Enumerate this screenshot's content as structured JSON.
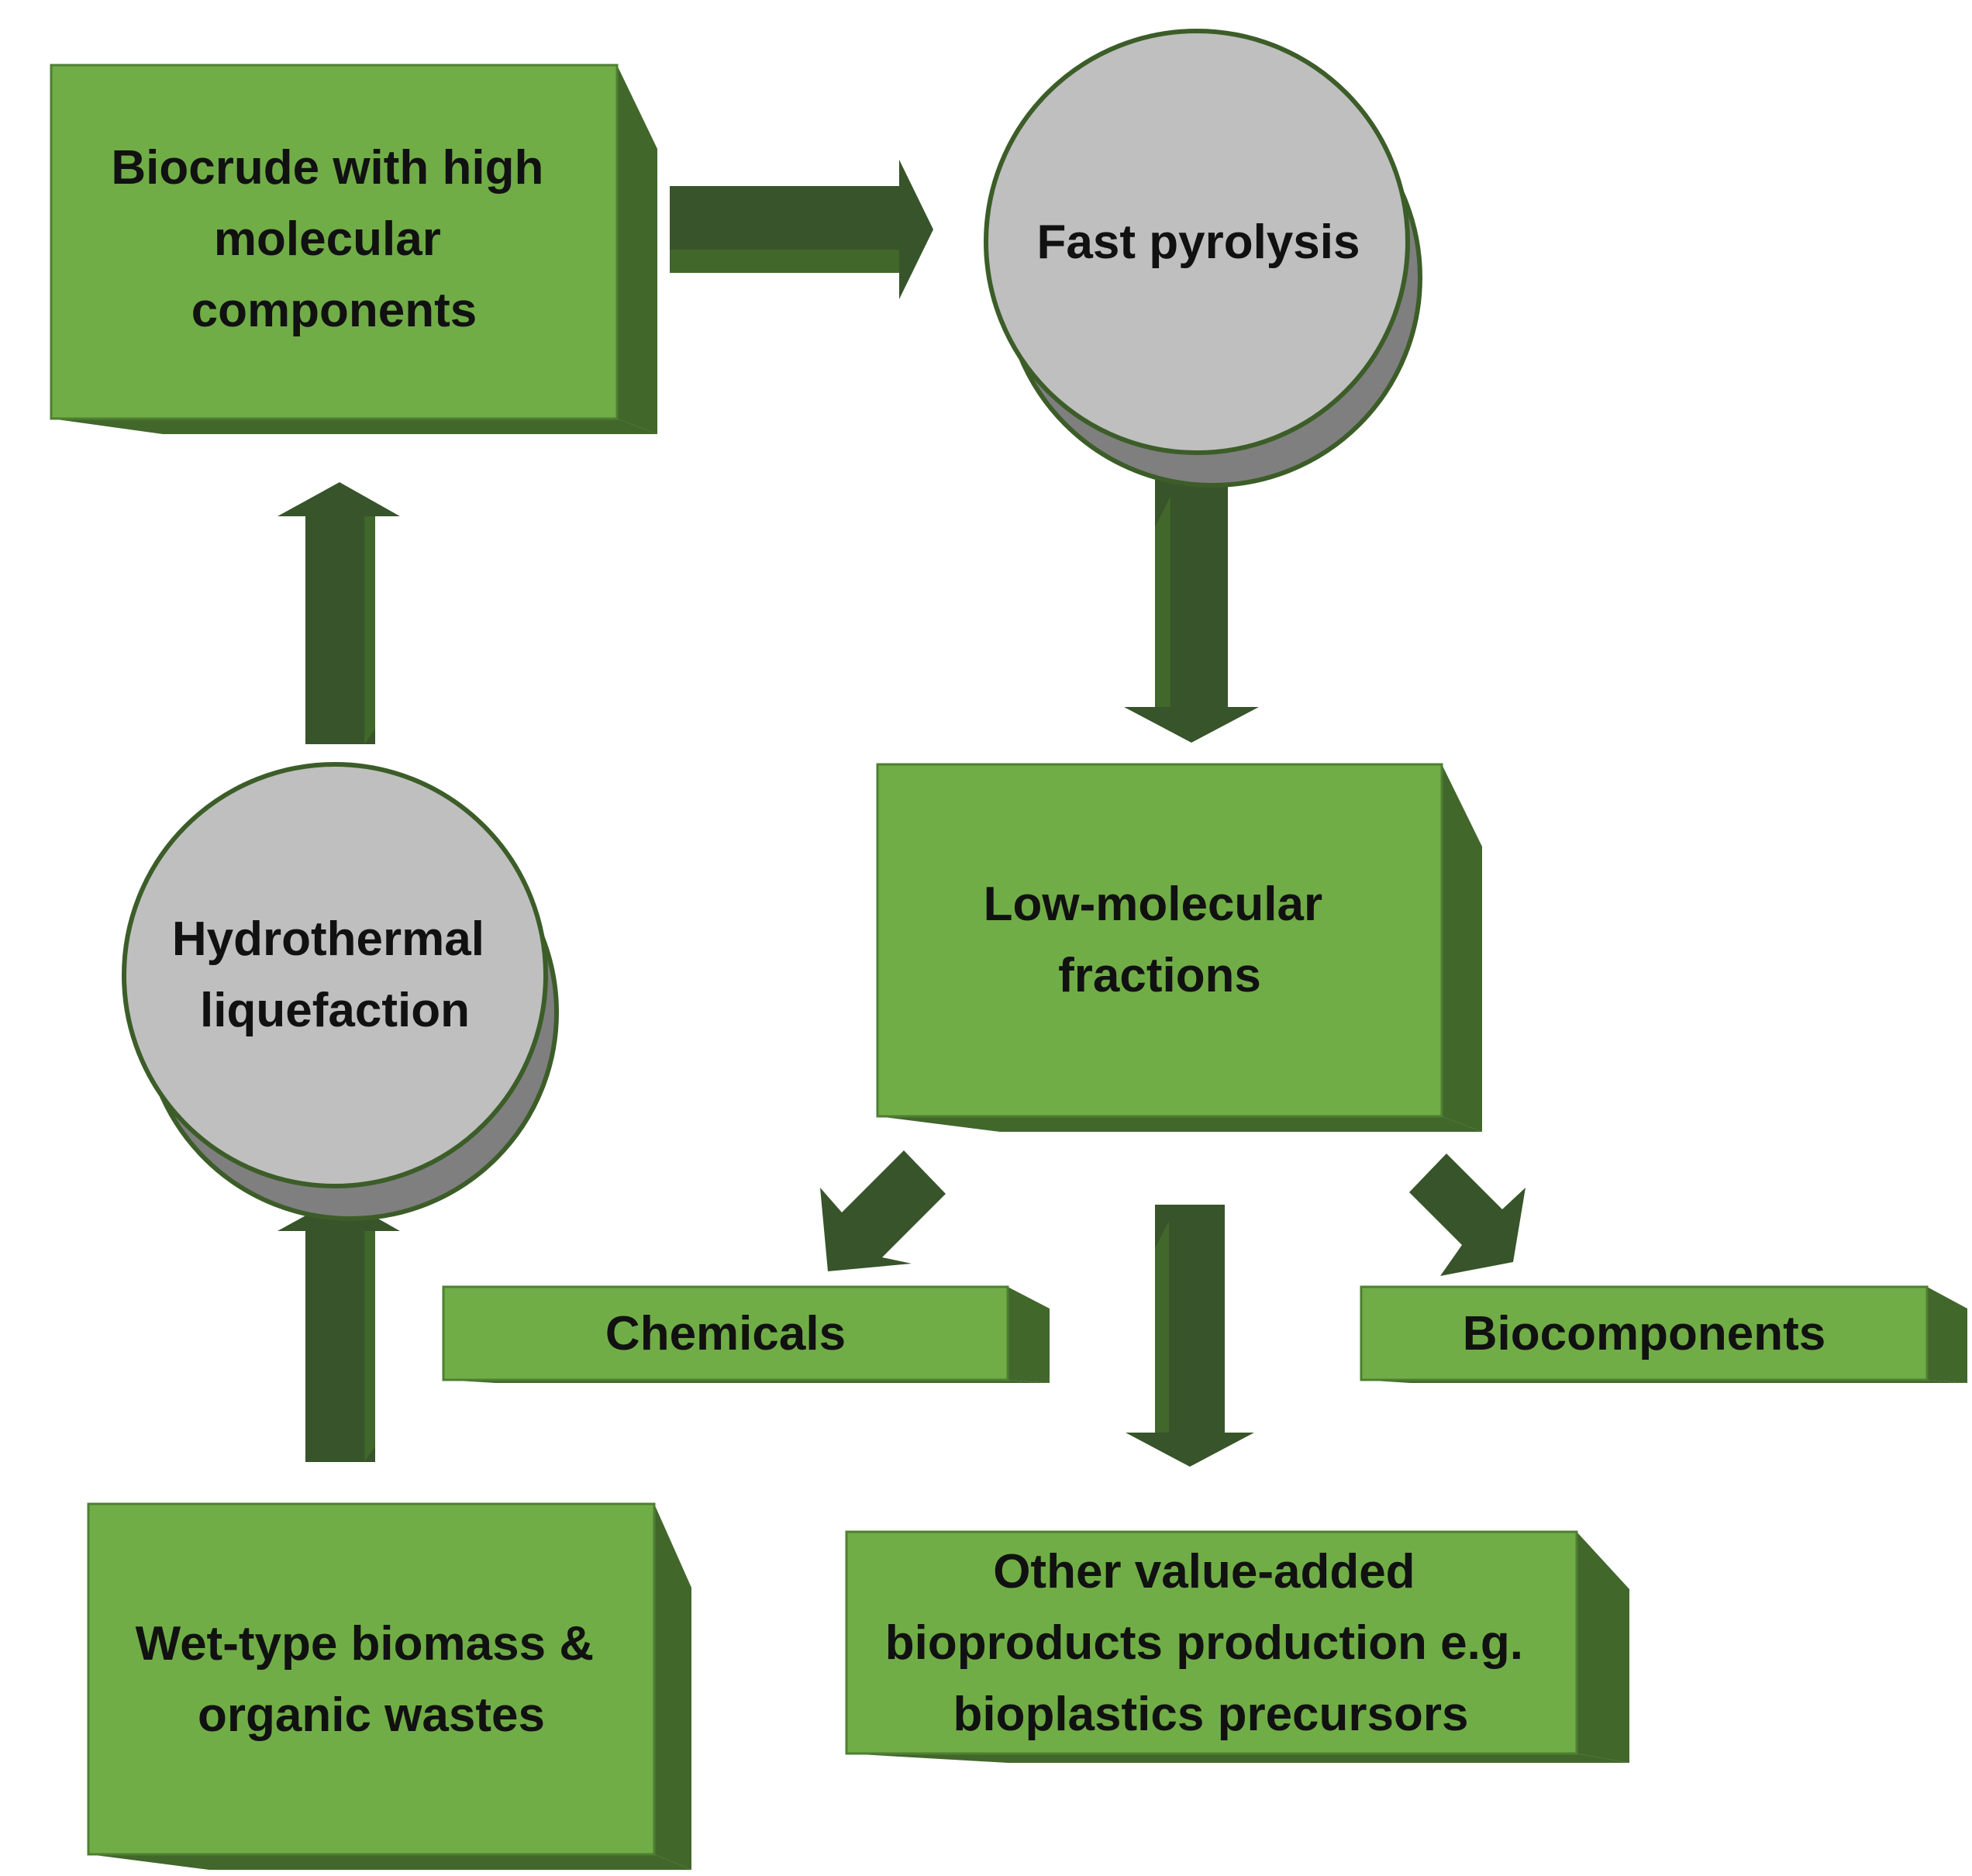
{
  "colors": {
    "box_face": "#71AD47",
    "box_side": "#41672B",
    "box_edge": "#4E7F31",
    "arrow": "#38542A",
    "circle_face": "#BFBFBF",
    "circle_shadow": "#7F7F7F",
    "circle_edge": "#3C5D28"
  },
  "nodes": {
    "biocrude": [
      "Biocrude with high",
      "molecular",
      "components"
    ],
    "fast_pyrolysis": [
      "Fast pyrolysis"
    ],
    "htl": [
      "Hydrothermal",
      "liquefaction"
    ],
    "low_molecular": [
      "Low-molecular",
      "fractions"
    ],
    "chemicals": [
      "Chemicals"
    ],
    "biocomponents": [
      "Biocomponents"
    ],
    "wet_biomass": [
      "Wet-type biomass &",
      "organic wastes"
    ],
    "other_bioproducts": [
      "Other value-added",
      "bioproducts production e.g.",
      "bioplastics precursors"
    ]
  },
  "edges": [
    {
      "from": "wet_biomass",
      "to": "htl"
    },
    {
      "from": "htl",
      "to": "biocrude"
    },
    {
      "from": "biocrude",
      "to": "fast_pyrolysis"
    },
    {
      "from": "fast_pyrolysis",
      "to": "low_molecular"
    },
    {
      "from": "low_molecular",
      "to": "chemicals"
    },
    {
      "from": "low_molecular",
      "to": "other_bioproducts"
    },
    {
      "from": "low_molecular",
      "to": "biocomponents"
    }
  ]
}
